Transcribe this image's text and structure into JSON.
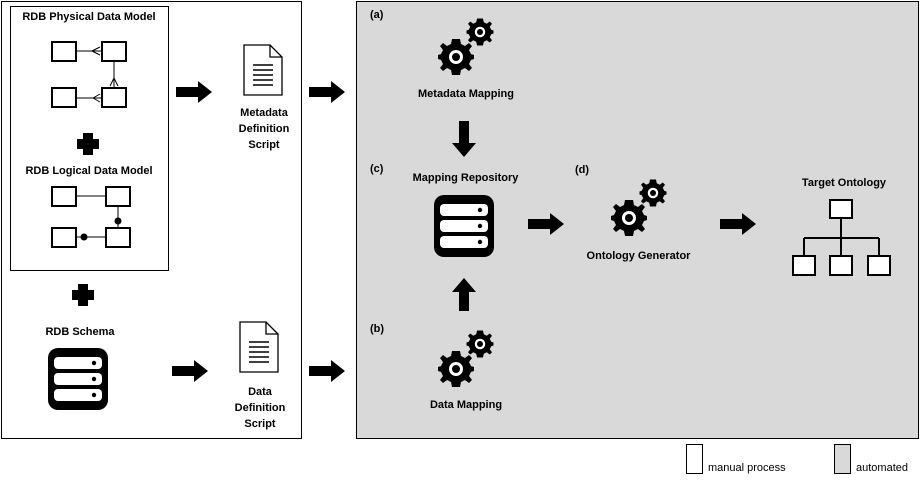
{
  "left_panel": {
    "physical_model_title": "RDB Physical  Data Model",
    "logical_model_title": "RDB Logical  Data Model",
    "schema_title": "RDB Schema",
    "metadata_script": [
      "Metadata",
      "Definition",
      "Script"
    ],
    "data_script": [
      "Data",
      "Definition",
      "Script"
    ]
  },
  "automated_panel": {
    "tag_a": "(a)",
    "tag_b": "(b)",
    "tag_c": "(c)",
    "tag_d": "(d)",
    "metadata_mapping": "Metadata Mapping",
    "data_mapping": "Data Mapping",
    "mapping_repository": "Mapping  Repository",
    "ontology_generator": "Ontology Generator",
    "target_ontology": "Target Ontology",
    "background_color": "#d9d9d9"
  },
  "legend": {
    "manual": "manual process",
    "automated": "automated"
  }
}
